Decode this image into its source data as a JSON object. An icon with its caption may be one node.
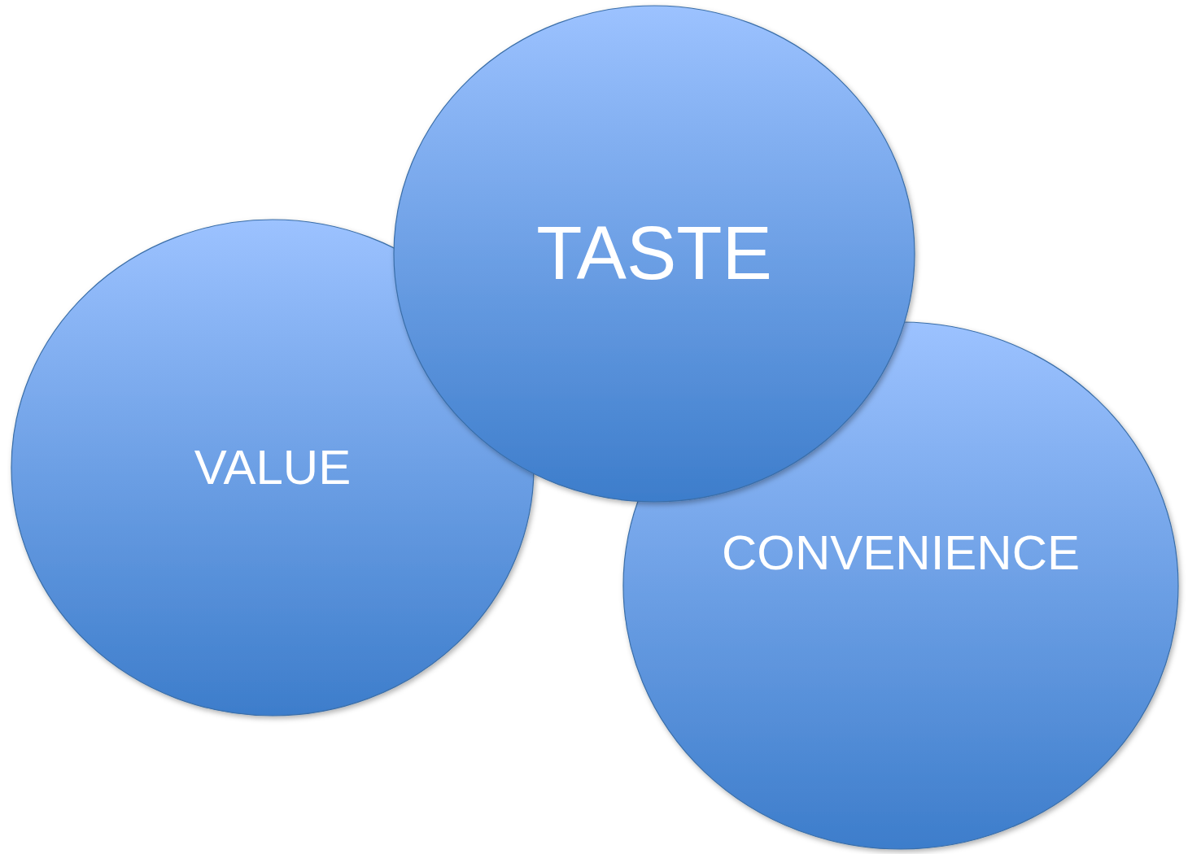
{
  "diagram": {
    "nodes": [
      {
        "text": [
          "TASTE"
        ]
      },
      {
        "text": [
          "VALUE"
        ]
      },
      {
        "text": [
          "CONVENIENCE"
        ]
      }
    ]
  }
}
